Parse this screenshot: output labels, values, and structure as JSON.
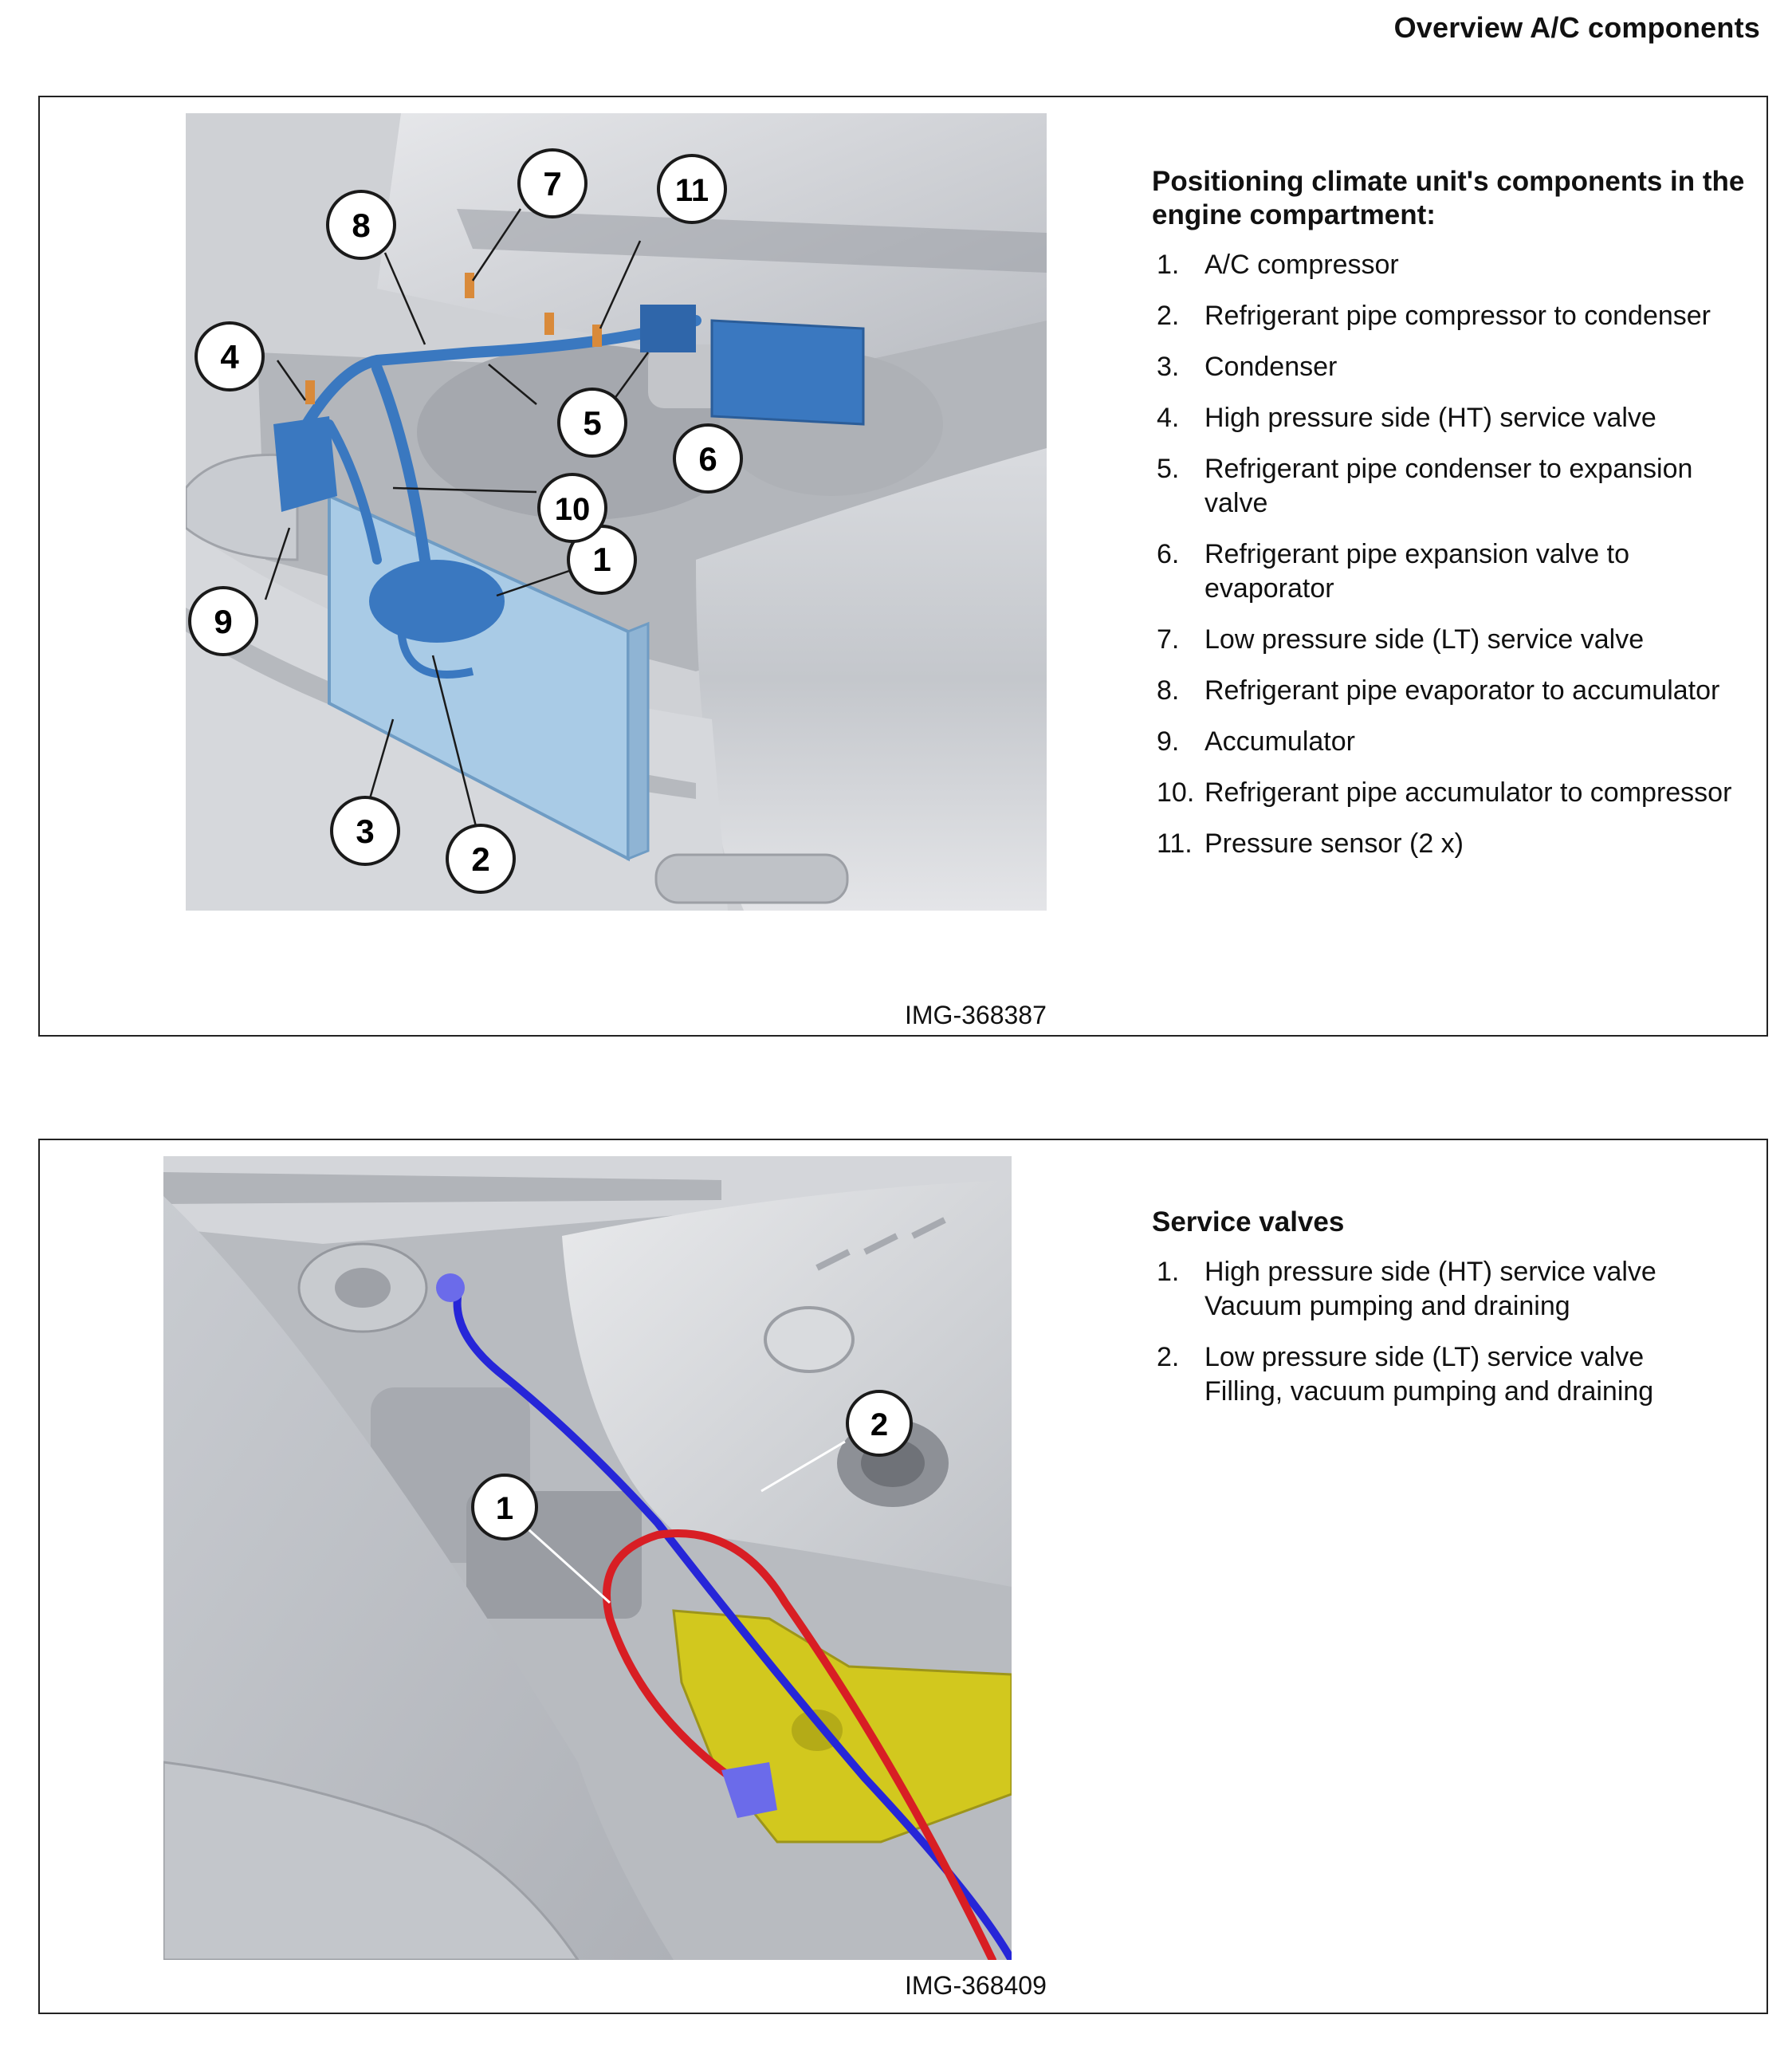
{
  "header": {
    "title": "Overview A/C components"
  },
  "panel1": {
    "heading": "Positioning climate unit's components in the engine compartment:",
    "items": [
      {
        "num": "1.",
        "text": "A/C compressor"
      },
      {
        "num": "2.",
        "text": "Refrigerant pipe compressor to condenser"
      },
      {
        "num": "3.",
        "text": "Condenser"
      },
      {
        "num": "4.",
        "text": "High pressure side (HT) service valve"
      },
      {
        "num": "5.",
        "text": "Refrigerant pipe condenser to expansion valve"
      },
      {
        "num": "6.",
        "text": "Refrigerant pipe expansion valve to evaporator"
      },
      {
        "num": "7.",
        "text": "Low pressure side (LT) service valve"
      },
      {
        "num": "8.",
        "text": "Refrigerant pipe evaporator to accumulator"
      },
      {
        "num": "9.",
        "text": "Accumulator"
      },
      {
        "num": "10.",
        "text": "Refrigerant pipe accumulator to compressor"
      },
      {
        "num": "11.",
        "text": "Pressure sensor (2 x)"
      }
    ],
    "callouts": [
      "1",
      "2",
      "3",
      "4",
      "5",
      "6",
      "7",
      "8",
      "9",
      "10",
      "11"
    ],
    "caption": "IMG-368387"
  },
  "panel2": {
    "heading": "Service valves",
    "items": [
      {
        "num": "1.",
        "line1": "High pressure side (HT) service valve",
        "line2": "Vacuum pumping and draining"
      },
      {
        "num": "2.",
        "line1": "Low pressure side (LT) service valve",
        "line2": "Filling, vacuum pumping and draining"
      }
    ],
    "callouts": [
      "1",
      "2"
    ],
    "caption": "IMG-368409"
  },
  "colors": {
    "refrigerant_pipe_blue": "#3a78c0",
    "condenser_light_blue": "#a9cbe6",
    "hose_high_pressure_red": "#d81e24",
    "hose_low_pressure_blue": "#2626d8",
    "valve_yellow": "#d2c81e",
    "car_body_gray": "#c8cbd0"
  }
}
